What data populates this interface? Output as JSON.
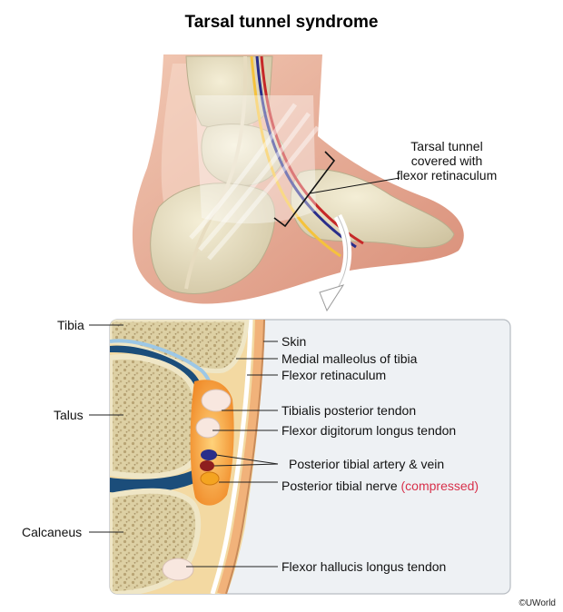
{
  "title": "Tarsal tunnel syndrome",
  "top_callout": {
    "line1": "Tarsal tunnel",
    "line2": "covered with",
    "line3": "flexor retinaculum"
  },
  "left_labels": {
    "tibia": "Tibia",
    "talus": "Talus",
    "calcaneus": "Calcaneus"
  },
  "right_labels": {
    "skin": "Skin",
    "medial_malleolus": "Medial malleolus of tibia",
    "flexor_retinaculum": "Flexor retinaculum",
    "tibialis_posterior": "Tibialis posterior tendon",
    "flexor_digitorum": "Flexor digitorum longus tendon",
    "artery_vein": "Posterior tibial artery & vein",
    "nerve": "Posterior tibial nerve",
    "nerve_status": "(compressed)",
    "flexor_hallucis": "Flexor hallucis longus tendon"
  },
  "credit": "©UWorld",
  "colors": {
    "highlight_red": "#d8304a",
    "bone": "#e8dcb4",
    "cancellous": "#c9b98a",
    "fat": "#f2a23a",
    "artery": "#c62828",
    "vein": "#2a2e8a",
    "nerve": "#f5b52e",
    "skin": "#e8b09a"
  }
}
